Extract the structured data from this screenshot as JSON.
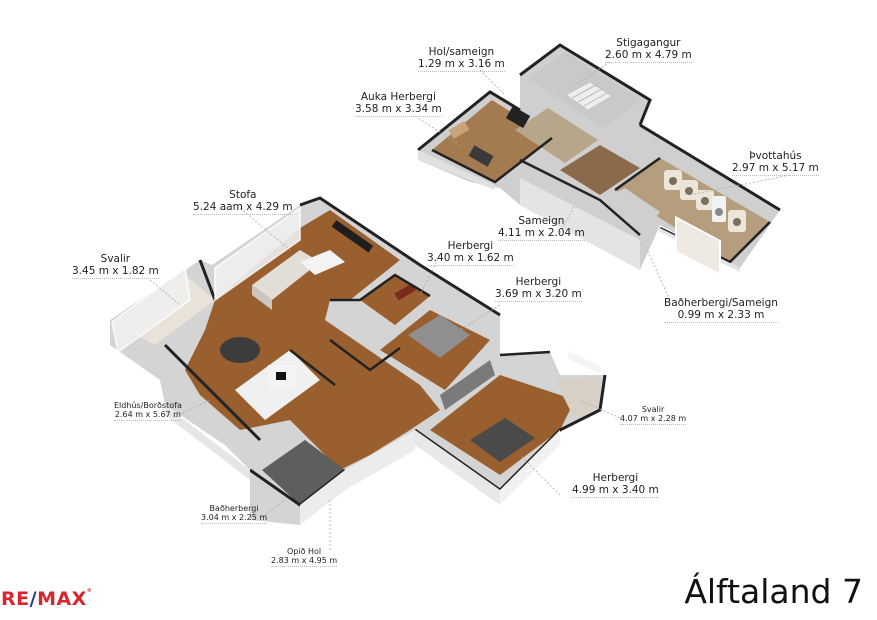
{
  "title": "Álftaland 7",
  "logo": {
    "left": "RE",
    "slash": "/",
    "right": "MAX",
    "mark": "®",
    "colors": {
      "red": "#d7262e",
      "blue": "#1f3e8f"
    }
  },
  "rooms": [
    {
      "id": "stigagangur",
      "name": "Stigagangur",
      "dims": "2.60 m x 4.79 m"
    },
    {
      "id": "hol-sameign",
      "name": "Hol/sameign",
      "dims": "1.29 m x 3.16 m"
    },
    {
      "id": "auka-herbergi",
      "name": "Auka Herbergi",
      "dims": "3.58 m x 3.34 m"
    },
    {
      "id": "thvottahus",
      "name": "Þvottahús",
      "dims": "2.97 m x 5.17 m"
    },
    {
      "id": "sameign",
      "name": "Sameign",
      "dims": "4.11 m x 2.04 m"
    },
    {
      "id": "badherbergi-sameign",
      "name": "Baðherbergi/Sameign",
      "dims": "0.99 m x 2.33 m"
    },
    {
      "id": "stofa",
      "name": "Stofa",
      "dims": "5.24 aam x 4.29 m"
    },
    {
      "id": "svalir-1",
      "name": "Svalir",
      "dims": "3.45 m x 1.82 m"
    },
    {
      "id": "herbergi-1",
      "name": "Herbergi",
      "dims": "3.40 m x 1.62 m"
    },
    {
      "id": "herbergi-2",
      "name": "Herbergi",
      "dims": "3.69 m x 3.20 m"
    },
    {
      "id": "eldhus",
      "name": "Eldhús/Borðstofa",
      "dims": "2.64 m x 5.67 m"
    },
    {
      "id": "svalir-2",
      "name": "Svalir",
      "dims": "4.07 m x 2.28 m"
    },
    {
      "id": "herbergi-3",
      "name": "Herbergi",
      "dims": "4.99 m x 3.40 m"
    },
    {
      "id": "badherbergi",
      "name": "Baðherbergi",
      "dims": "3.04 m x 2.25 m"
    },
    {
      "id": "opid-hol",
      "name": "Opið Hol",
      "dims": "2.83 m x 4.95 m"
    }
  ],
  "colors": {
    "wood": "#9a5f2e",
    "wall_top": "#2a2a2a",
    "wall_side": "#d9d9d9",
    "wall_face": "#f2f2f2",
    "tile": "#5e5e5e",
    "laundry_floor": "#b59e7e"
  }
}
